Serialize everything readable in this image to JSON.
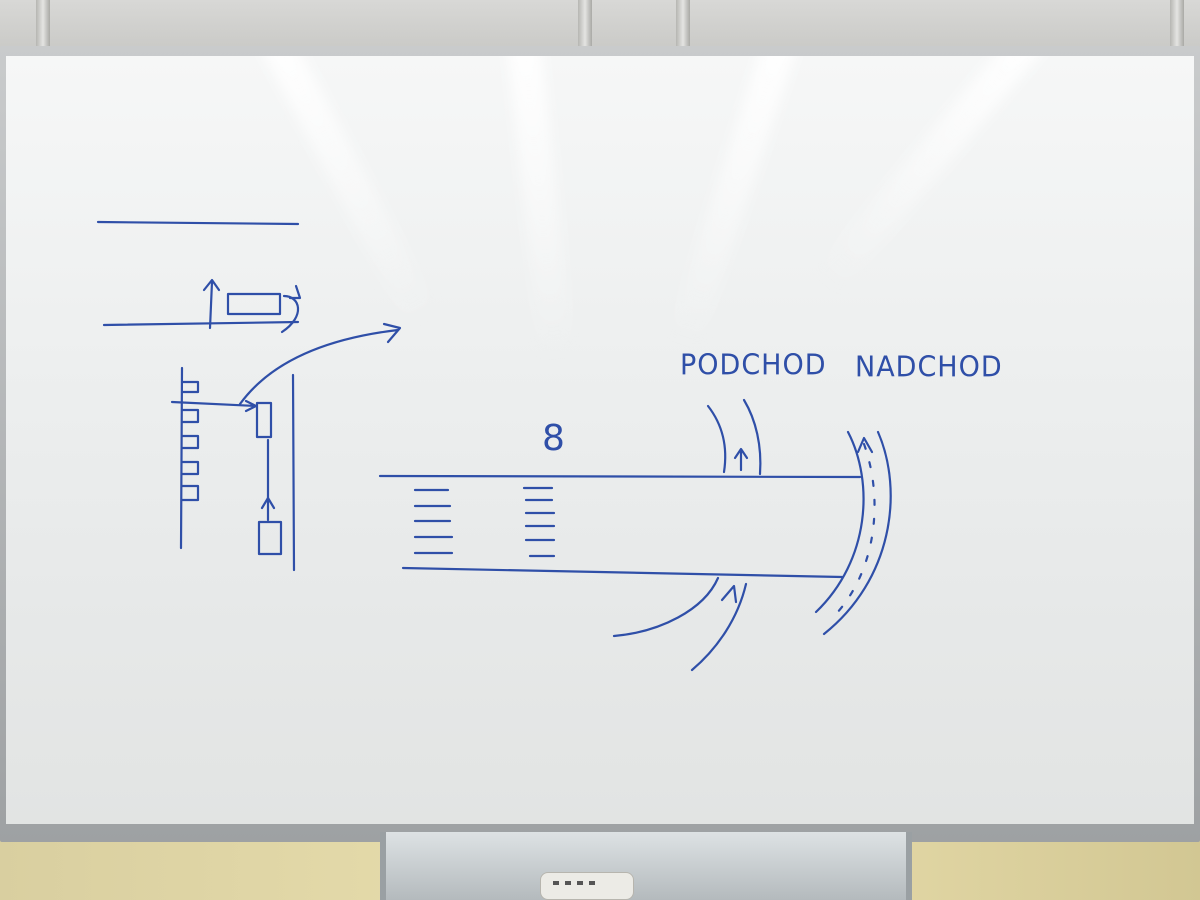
{
  "labels": {
    "podchod": "PODCHOD",
    "nadchod": "NADCHOD",
    "number": "8"
  },
  "colors": {
    "ink": "#2f4fa8",
    "board": "#f2f3f3",
    "frame": "#b3b6b8"
  }
}
